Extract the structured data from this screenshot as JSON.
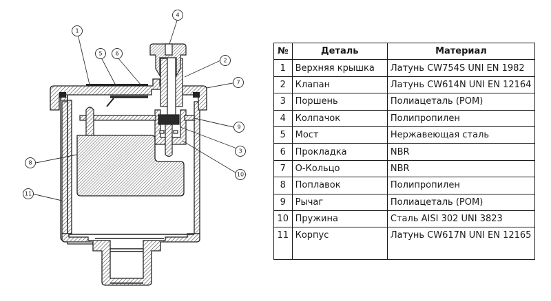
{
  "table": {
    "headers": {
      "num": "№",
      "part": "Деталь",
      "material": "Материал"
    },
    "rows": [
      {
        "num": "1",
        "part": "Верхняя крышка",
        "material": "Латунь CW754S UNI EN 1982"
      },
      {
        "num": "2",
        "part": "Клапан",
        "material": "Латунь CW614N UNI EN 12164"
      },
      {
        "num": "3",
        "part": "Поршень",
        "material": "Полиацеталь (POM)"
      },
      {
        "num": "4",
        "part": "Колпачок",
        "material": "Полипропилен"
      },
      {
        "num": "5",
        "part": "Мост",
        "material": "Нержавеющая сталь"
      },
      {
        "num": "6",
        "part": "Прокладка",
        "material": "NBR"
      },
      {
        "num": "7",
        "part": "О-Кольцо",
        "material": "NBR"
      },
      {
        "num": "8",
        "part": "Поплавок",
        "material": "Полипропилен"
      },
      {
        "num": "9",
        "part": "Рычаг",
        "material": "Полиацеталь (POM)"
      },
      {
        "num": "10",
        "part": "Пружина",
        "material": "Сталь AISI 302 UNI 3823"
      },
      {
        "num": "11",
        "part": "Корпус",
        "material": "Латунь CW617N UNI EN 12165"
      }
    ]
  },
  "diagram": {
    "callouts": [
      "1",
      "5",
      "6",
      "4",
      "2",
      "7",
      "9",
      "3",
      "10",
      "8",
      "11"
    ]
  }
}
